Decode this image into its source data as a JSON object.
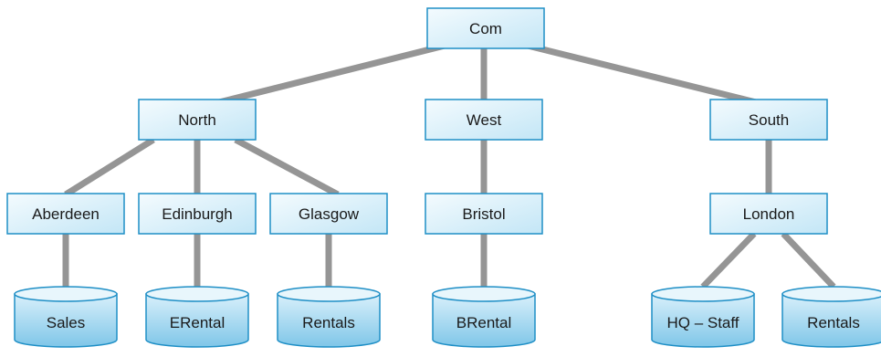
{
  "diagram": {
    "colors": {
      "connector": "#959595",
      "box_fill_light": "#f4fbfe",
      "box_fill_dark": "#c3e6f6",
      "box_stroke": "#1f8fc6",
      "db_body_top": "#d9f0fb",
      "db_body_bottom": "#7fc6e8",
      "db_top_fill": "#e8f6fc",
      "text": "#1a1a1a"
    },
    "nodes": [
      {
        "id": "com",
        "label": "Com",
        "kind": "box"
      },
      {
        "id": "north",
        "label": "North",
        "kind": "box"
      },
      {
        "id": "west",
        "label": "West",
        "kind": "box"
      },
      {
        "id": "south",
        "label": "South",
        "kind": "box"
      },
      {
        "id": "aberdeen",
        "label": "Aberdeen",
        "kind": "box"
      },
      {
        "id": "edinburgh",
        "label": "Edinburgh",
        "kind": "box"
      },
      {
        "id": "glasgow",
        "label": "Glasgow",
        "kind": "box"
      },
      {
        "id": "bristol",
        "label": "Bristol",
        "kind": "box"
      },
      {
        "id": "london",
        "label": "London",
        "kind": "box"
      },
      {
        "id": "sales",
        "label": "Sales",
        "kind": "database"
      },
      {
        "id": "erental",
        "label": "ERental",
        "kind": "database"
      },
      {
        "id": "rentals-glasgow",
        "label": "Rentals",
        "kind": "database"
      },
      {
        "id": "brental",
        "label": "BRental",
        "kind": "database"
      },
      {
        "id": "hq-staff",
        "label": "HQ – Staff",
        "kind": "database"
      },
      {
        "id": "rentals-london",
        "label": "Rentals",
        "kind": "database"
      }
    ],
    "edges": [
      {
        "from": "com",
        "to": "north"
      },
      {
        "from": "com",
        "to": "west"
      },
      {
        "from": "com",
        "to": "south"
      },
      {
        "from": "north",
        "to": "aberdeen"
      },
      {
        "from": "north",
        "to": "edinburgh"
      },
      {
        "from": "north",
        "to": "glasgow"
      },
      {
        "from": "west",
        "to": "bristol"
      },
      {
        "from": "south",
        "to": "london"
      },
      {
        "from": "aberdeen",
        "to": "sales"
      },
      {
        "from": "edinburgh",
        "to": "erental"
      },
      {
        "from": "glasgow",
        "to": "rentals-glasgow"
      },
      {
        "from": "bristol",
        "to": "brental"
      },
      {
        "from": "london",
        "to": "hq-staff"
      },
      {
        "from": "london",
        "to": "rentals-london"
      }
    ]
  }
}
